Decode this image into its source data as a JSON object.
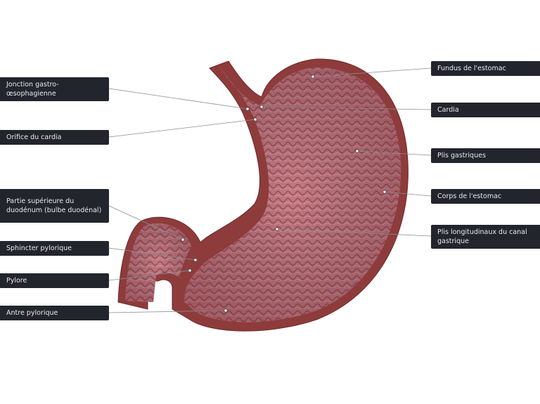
{
  "labels_left": [
    {
      "text": "Jonction gastro-œsophagienne"
    },
    {
      "text": "Orifice du cardia"
    },
    {
      "text": "Partie supérieure du duodénum (bulbe duodénal)"
    },
    {
      "text": "Sphincter pylorique"
    },
    {
      "text": "Pylore"
    },
    {
      "text": "Antre pylorique"
    }
  ],
  "labels_right": [
    {
      "text": "Fundus de l'estomac"
    },
    {
      "text": "Cardia"
    },
    {
      "text": "Plis gastriques"
    },
    {
      "text": "Corps de l'estomac"
    },
    {
      "text": "Plis longitudinaux du canal gastrique"
    }
  ],
  "colors": {
    "label_bg": "#22252c",
    "stomach_wall": "#8e3b3b",
    "mucosa": "#c98088"
  }
}
